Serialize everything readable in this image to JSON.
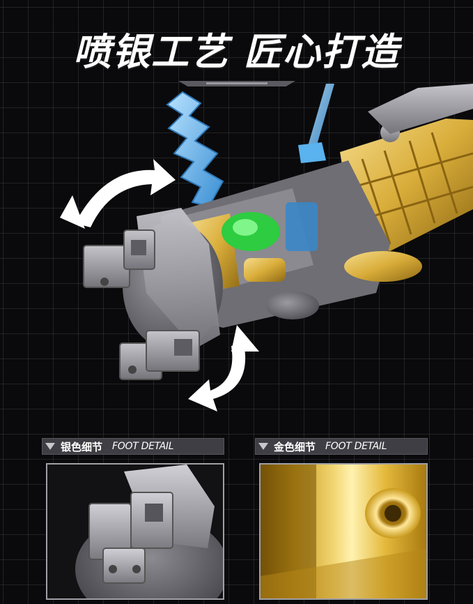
{
  "header": {
    "title": "喷银工艺 匠心打造"
  },
  "panels": {
    "left": {
      "label_cn": "银色细节",
      "label_en": "FOOT DETAIL",
      "icon": "triangle-down-icon"
    },
    "right": {
      "label_cn": "金色细节",
      "label_en": "FOOT DETAIL",
      "icon": "triangle-down-icon"
    }
  },
  "colors": {
    "background": "#0a0a0c",
    "silver": "#9c9ca2",
    "gold": "#d9ad3a",
    "lightning": "#4aa8e8",
    "green": "#2ecc40",
    "arrow": "#ffffff"
  }
}
